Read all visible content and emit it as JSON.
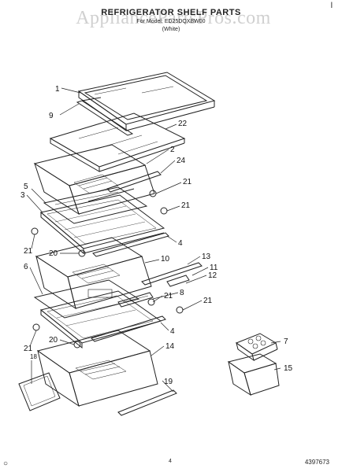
{
  "header": {
    "title": "REFRIGERATOR SHELF PARTS",
    "subtitle": "For Model: ED25DQXBW00",
    "color_note": "(White)",
    "watermark": "AppliancePartsPros.com",
    "corner_top_right": "l",
    "corner_bottom_left": "○"
  },
  "footer": {
    "page_number": "4",
    "part_number": "4397673"
  },
  "callouts": {
    "c1": "1",
    "c9": "9",
    "c22": "22",
    "c2": "2",
    "c24": "24",
    "c5": "5",
    "c3": "3",
    "c21a": "21",
    "c21b": "21",
    "c4a": "4",
    "c21c": "21",
    "c20a": "20",
    "c10": "10",
    "c13": "13",
    "c11": "11",
    "c6": "6",
    "c12": "12",
    "c8": "8",
    "c21d": "21",
    "c21e": "21",
    "c4b": "4",
    "c21f": "21",
    "c20b": "20",
    "c14": "14",
    "c18": "18",
    "c19": "19",
    "c7": "7",
    "c15": "15"
  },
  "colors": {
    "line": "#222222",
    "watermark": "#aaaaaa"
  }
}
